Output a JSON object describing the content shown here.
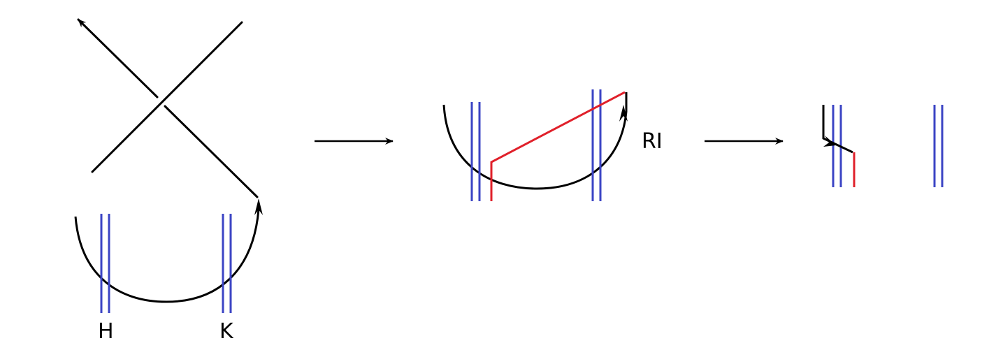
{
  "labels": {
    "h": "H",
    "k": "K",
    "move": "RI"
  },
  "colors": {
    "strand": "#000000",
    "marker": "#3b44c4",
    "path": "#e0202a"
  }
}
